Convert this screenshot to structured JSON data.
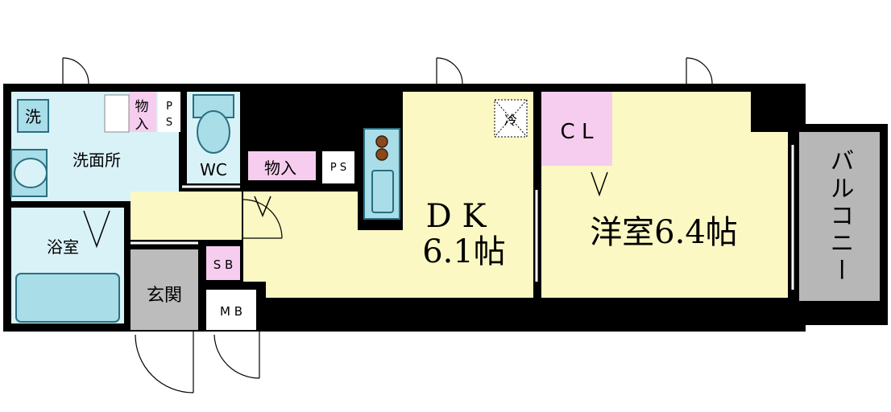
{
  "rooms": {
    "laundry": "洗",
    "storage_small": "物\n入",
    "ps_small": "P\nS",
    "washroom": "洗面所",
    "wc": "WC",
    "storage": "物入",
    "ps": "P S",
    "bathroom": "浴室",
    "entrance": "玄関",
    "sb": "S B",
    "mb": "M B",
    "dk_name": "D K",
    "dk_size": "6.1帖",
    "fridge": "冷",
    "closet": "C L",
    "western_room": "洋室6.4帖",
    "balcony": "バルコニー"
  },
  "colors": {
    "wall": "#000000",
    "wet_area": "#d9f2f8",
    "fixture": "#a9dde8",
    "living": "#fbf8c4",
    "storage": "#f6cdee",
    "entrance": "#bcbcbc",
    "balcony": "#b7b7b7",
    "white": "#ffffff"
  }
}
